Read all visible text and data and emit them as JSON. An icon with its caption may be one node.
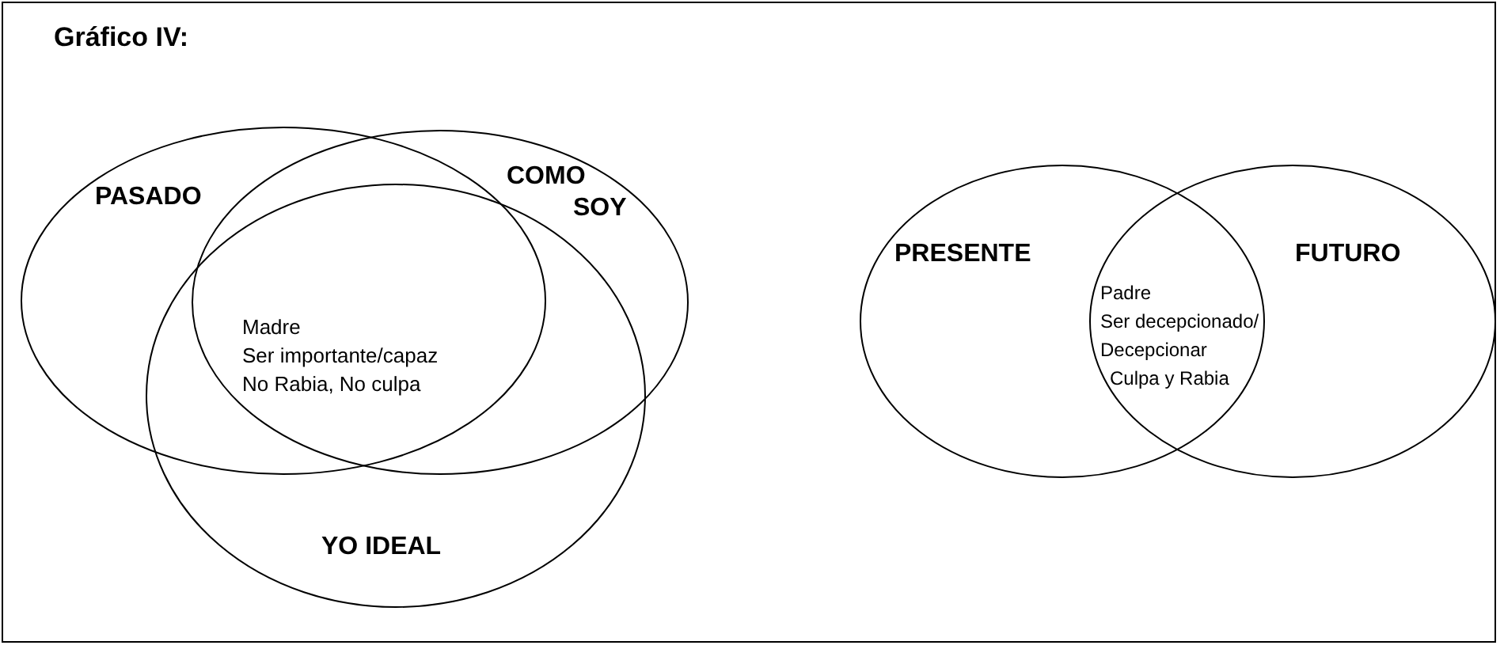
{
  "diagram": {
    "title": "Gráfico IV:",
    "nodes": [
      {
        "text": [
          "PASADO"
        ]
      },
      {
        "text": [
          "COMO SOY"
        ]
      },
      {
        "text": [
          "YO IDEAL"
        ]
      },
      {
        "text": [
          "PRESENTE"
        ]
      },
      {
        "text": [
          "FUTURO"
        ]
      }
    ],
    "labels": [
      "Madre",
      "Ser importante/capaz",
      "No Rabia, No culpa",
      "Padre",
      "Ser decepcionado/",
      "Decepcionar",
      "Culpa y Rabia"
    ]
  }
}
